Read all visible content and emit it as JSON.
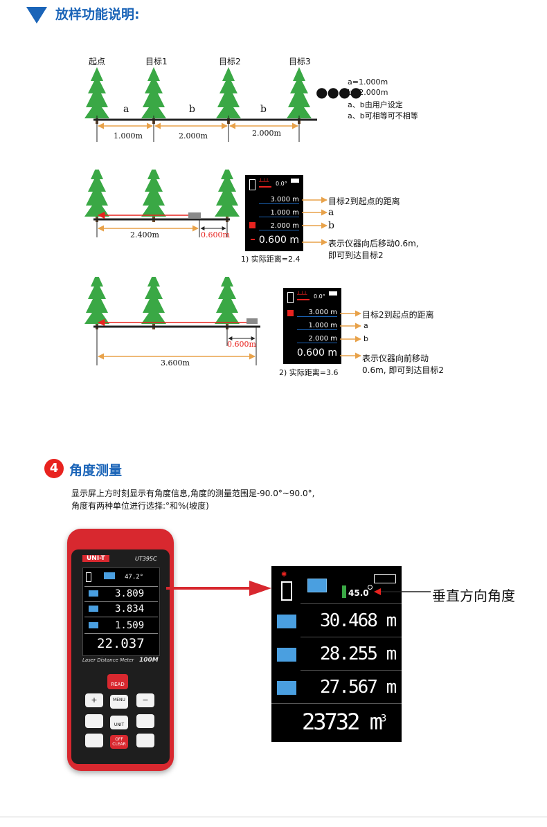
{
  "section_setout": {
    "title": "放样功能说明:"
  },
  "diagram1": {
    "tree_labels": [
      "起点",
      "目标1",
      "目标2",
      "目标3"
    ],
    "segment_letters": [
      "a",
      "b",
      "b"
    ],
    "dims": [
      "1.000m",
      "2.000m",
      "2.000m"
    ],
    "notes": [
      "a=1.000m",
      "b=2.000m",
      "a、b由用户设定",
      "a、b可相等可不相等"
    ]
  },
  "diagram2": {
    "dim_total": "2.400m",
    "dim_offset": "0.600m",
    "lcd_rows": [
      "3.000 m",
      "1.000 m",
      "2.000 m"
    ],
    "lcd_main": "0.600 m",
    "lcd_top": "0.0°",
    "callouts": [
      "目标2到起点的距离",
      "a",
      "b",
      "表示仪器向后移动0.6m,",
      "即可到达目标2"
    ],
    "caption": "1) 实际距离=2.4"
  },
  "diagram3": {
    "dim_total": "3.600m",
    "dim_offset": "0.600m",
    "lcd_rows": [
      "3.000 m",
      "1.000 m",
      "2.000 m"
    ],
    "lcd_main": "0.600 m",
    "lcd_top": "0.0°",
    "callouts": [
      "目标2到起点的距离",
      "a",
      "b",
      "表示仪器向前移动",
      "0.6m, 即可到达目标2"
    ],
    "caption": "2) 实际距离=3.6"
  },
  "section_angle": {
    "number": "4",
    "title": "角度测量",
    "desc_line1": "显示屏上方时刻显示有角度信息,角度的测量范围是-90.0°~90.0°,",
    "desc_line2": "角度有两种单位进行选择:°和%(坡度)"
  },
  "device": {
    "brand": "UNI-T",
    "model": "UT395C",
    "angle": "47.2°",
    "row1": "3.809",
    "row2": "3.834",
    "row3": "1.509",
    "main": "22.037",
    "subtitle": "Laser Distance Meter",
    "range": "100M",
    "btn_read": "READ",
    "btn_menu": "MENU",
    "btn_unit": "UNIT",
    "btn_off_1": "OFF",
    "btn_off_2": "CLEAR"
  },
  "zoom": {
    "angle": "45.0",
    "row1": "30.468 m",
    "row2": "28.255 m",
    "row3": "27.567 m",
    "main": "23732 m",
    "main_sup": "3",
    "callout": "垂直方向角度"
  },
  "colors": {
    "accent_blue": "#1a64b8",
    "arrow_orange": "#e8a24a",
    "alert_red": "#e8231f",
    "tree_green": "#3aa845",
    "device_red": "#d8282f"
  }
}
